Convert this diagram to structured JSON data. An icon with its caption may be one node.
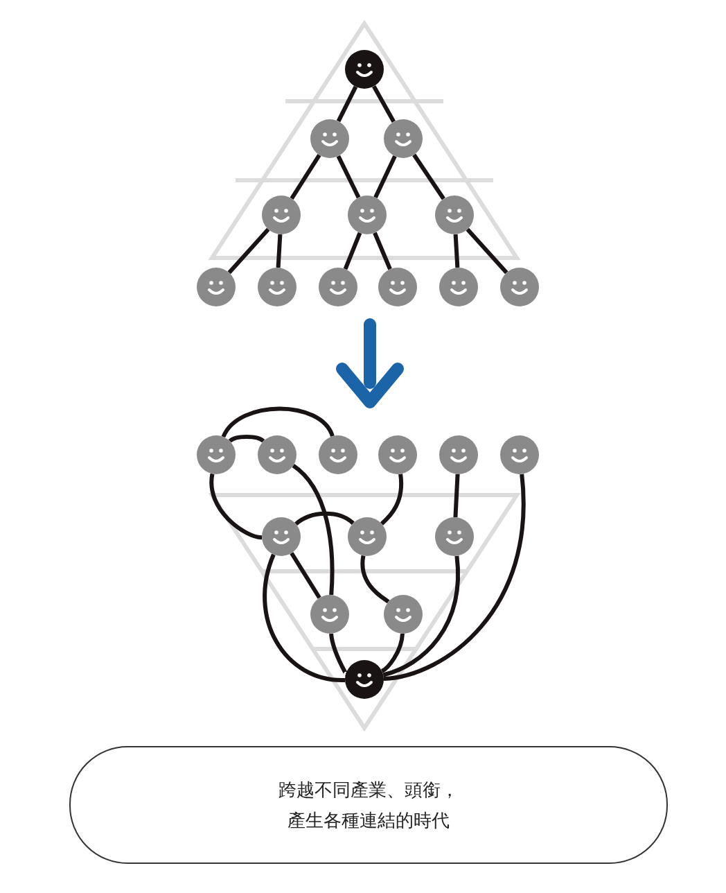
{
  "diagram": {
    "nodes": [
      {
        "text": [],
        "shape": "circle"
      },
      {
        "text": [],
        "shape": "circle"
      },
      {
        "text": [],
        "shape": "circle"
      },
      {
        "text": [],
        "shape": "circle"
      },
      {
        "text": [],
        "shape": "circle"
      },
      {
        "text": [],
        "shape": "circle"
      },
      {
        "text": [],
        "shape": "circle"
      },
      {
        "text": [],
        "shape": "circle"
      },
      {
        "text": [],
        "shape": "circle"
      },
      {
        "text": [],
        "shape": "circle"
      },
      {
        "text": [],
        "shape": "circle"
      },
      {
        "text": [],
        "shape": "circle"
      },
      {
        "text": [],
        "shape": "circle"
      },
      {
        "text": [],
        "shape": "circle"
      },
      {
        "text": [],
        "shape": "circle"
      },
      {
        "text": [],
        "shape": "circle"
      },
      {
        "text": [],
        "shape": "circle"
      },
      {
        "text": [],
        "shape": "circle"
      },
      {
        "text": [],
        "shape": "circle"
      },
      {
        "text": [],
        "shape": "circle"
      },
      {
        "text": [],
        "shape": "circle"
      },
      {
        "text": [],
        "shape": "circle"
      },
      {
        "text": [],
        "shape": "circle"
      },
      {
        "text": [],
        "shape": "circle"
      },
      {
        "text": [
          "跨越不同產業、頭銜，產生各種連結的時代"
        ]
      }
    ],
    "edges": [
      {
        "from": 0,
        "to": 1,
        "arrow": "none"
      },
      {
        "from": 0,
        "to": 2,
        "arrow": "none"
      },
      {
        "from": 1,
        "to": 3,
        "arrow": "none"
      },
      {
        "from": 1,
        "to": 4,
        "arrow": "none"
      },
      {
        "from": 2,
        "to": 4,
        "arrow": "none"
      },
      {
        "from": 2,
        "to": 5,
        "arrow": "none"
      },
      {
        "from": 3,
        "to": 6,
        "arrow": "none"
      },
      {
        "from": 3,
        "to": 7,
        "arrow": "none"
      },
      {
        "from": 4,
        "to": 8,
        "arrow": "none"
      },
      {
        "from": 4,
        "to": 9,
        "arrow": "none"
      },
      {
        "from": 5,
        "to": 10,
        "arrow": "none"
      },
      {
        "from": 5,
        "to": 11,
        "arrow": "none"
      },
      {
        "from": 12,
        "to": 14,
        "arrow": "none"
      },
      {
        "from": 12,
        "to": 13,
        "arrow": "none"
      },
      {
        "from": 12,
        "to": 18,
        "arrow": "none"
      },
      {
        "from": 18,
        "to": 19,
        "arrow": "none"
      },
      {
        "from": 13,
        "to": 21,
        "arrow": "none"
      },
      {
        "from": 18,
        "to": 21,
        "arrow": "none"
      },
      {
        "from": 18,
        "to": 23,
        "arrow": "none"
      },
      {
        "from": 15,
        "to": 19,
        "arrow": "none"
      },
      {
        "from": 16,
        "to": 20,
        "arrow": "none"
      },
      {
        "from": 19,
        "to": 22,
        "arrow": "none"
      },
      {
        "from": 20,
        "to": 23,
        "arrow": "none"
      },
      {
        "from": 17,
        "to": 23,
        "arrow": "none"
      },
      {
        "from": 21,
        "to": 23,
        "arrow": "none"
      },
      {
        "from": 22,
        "to": 23,
        "arrow": "none"
      }
    ]
  }
}
